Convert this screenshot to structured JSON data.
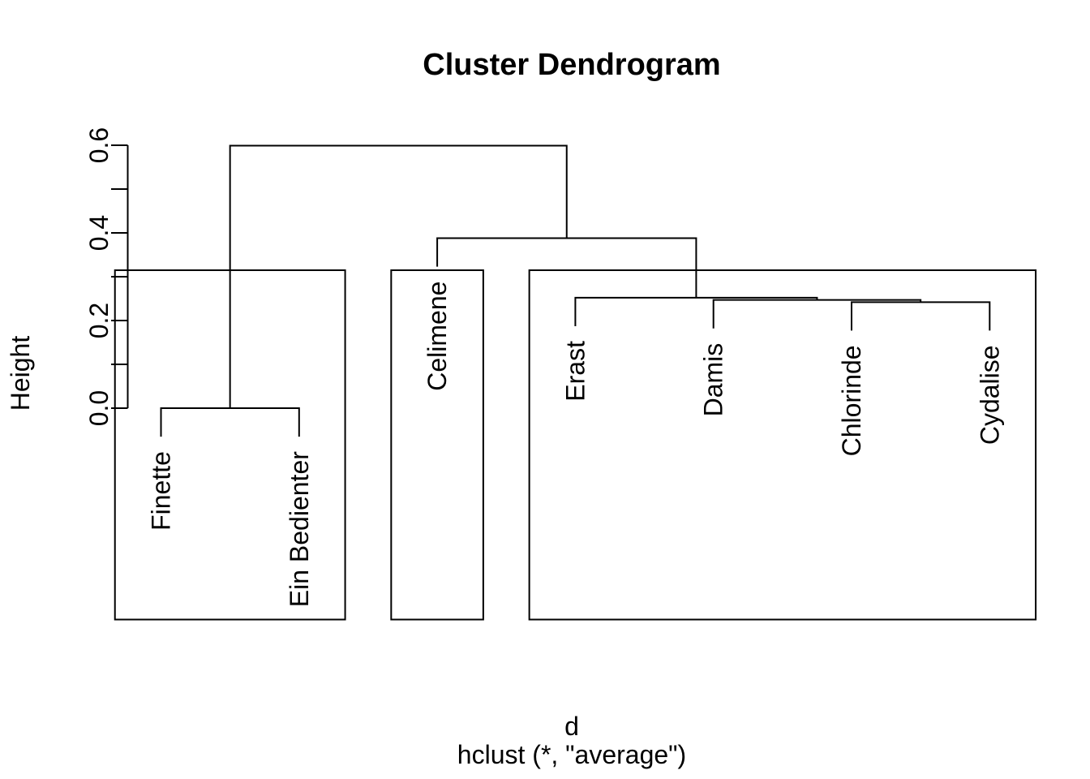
{
  "chart_data": {
    "type": "dendrogram",
    "title": "Cluster Dendrogram",
    "ylabel": "Height",
    "xlabel_line1": "d",
    "xlabel_line2": "hclust (*, \"average\")",
    "leaves": [
      "Finette",
      "Ein Bedienter",
      "Celimene",
      "Erast",
      "Damis",
      "Chlorinde",
      "Cydalise"
    ],
    "merges": [
      {
        "left": -1,
        "right": -2,
        "height": 0.0
      },
      {
        "left": -6,
        "right": -7,
        "height": 0.242
      },
      {
        "left": -5,
        "right": 2,
        "height": 0.247
      },
      {
        "left": -4,
        "right": 3,
        "height": 0.252
      },
      {
        "left": -3,
        "right": 4,
        "height": 0.388
      },
      {
        "left": 1,
        "right": 5,
        "height": 0.599
      }
    ],
    "hang": 0.065,
    "ylim": [
      0.0,
      0.6
    ],
    "yticks": [
      0,
      0.1,
      0.2,
      0.3,
      0.4,
      0.5,
      0.6
    ],
    "ytick_labels": [
      "0.0",
      "",
      "0.2",
      "",
      "0.4",
      "",
      "0.6"
    ],
    "cluster_boxes": [
      {
        "from_leaf": 1,
        "to_leaf": 2
      },
      {
        "from_leaf": 3,
        "to_leaf": 3
      },
      {
        "from_leaf": 4,
        "to_leaf": 7
      }
    ],
    "grid": "off",
    "legend": "none",
    "colors": {
      "branch": "#000000",
      "cluster_box": "#0000FF",
      "text": "#000000",
      "background": "#FFFFFF"
    }
  }
}
